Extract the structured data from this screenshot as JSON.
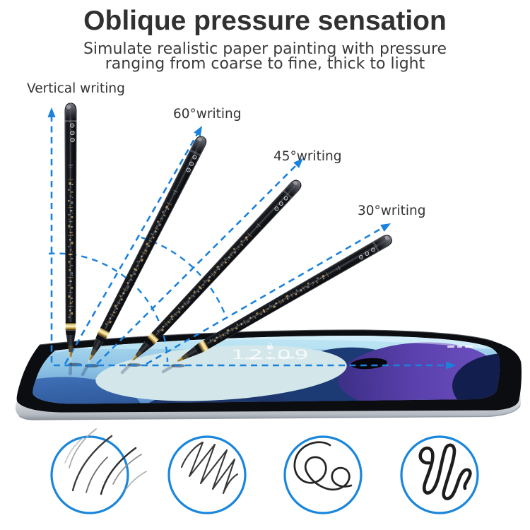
{
  "header": {
    "title": "Oblique pressure sensation",
    "subtitle_line1": "Simulate realistic paper painting with pressure",
    "subtitle_line2": "ranging from coarse to fine, thick to light"
  },
  "angles": [
    {
      "label": "Vertical writing",
      "degrees": 90
    },
    {
      "label": "60°writing",
      "degrees": 60
    },
    {
      "label": "45°writing",
      "degrees": 45
    },
    {
      "label": "30°writing",
      "degrees": 30
    }
  ],
  "tablet": {
    "clock_time": "12:09"
  },
  "stroke_samples": [
    {
      "icon": "light-hatch-strokes-icon"
    },
    {
      "icon": "zigzag-strokes-icon"
    },
    {
      "icon": "loop-scribble-icon"
    },
    {
      "icon": "thick-squiggle-icon"
    }
  ],
  "colors": {
    "accent_blue": "#1a82dc",
    "title_text": "#313131",
    "circle_border": "#1a86dc"
  }
}
